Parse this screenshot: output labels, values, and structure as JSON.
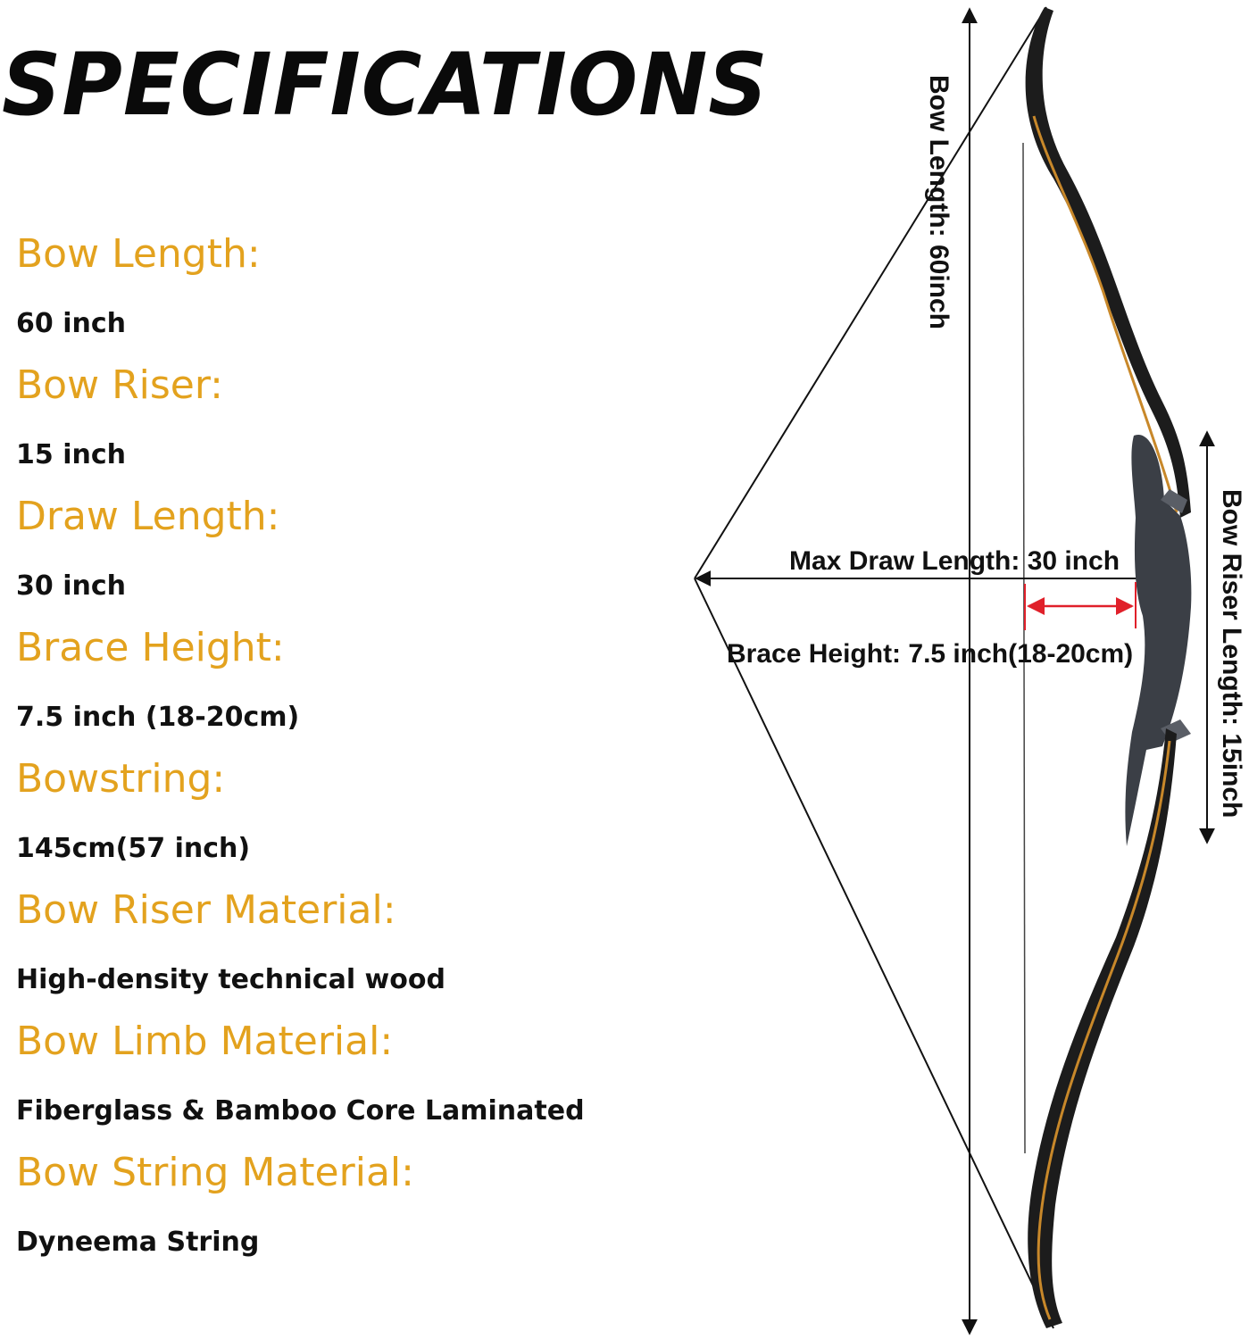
{
  "title": "SPECIFICATIONS",
  "specs": [
    {
      "label": "Bow Length:",
      "value": "60 inch"
    },
    {
      "label": "Bow Riser:",
      "value": "15 inch"
    },
    {
      "label": "Draw Length:",
      "value": "30 inch"
    },
    {
      "label": "Brace Height:",
      "value": "7.5 inch (18-20cm)"
    },
    {
      "label": "Bowstring:",
      "value": "145cm(57 inch)"
    },
    {
      "label": "Bow Riser Material:",
      "value": "High-density technical wood"
    },
    {
      "label": "Bow Limb Material:",
      "value": "Fiberglass & Bamboo Core Laminated"
    },
    {
      "label": "Bow String Material:",
      "value": "Dyneema String"
    }
  ],
  "diagram": {
    "bow_length_label": "Bow Length: 60inch",
    "riser_length_label": "Bow Riser Length: 15inch",
    "max_draw_label": "Max Draw Length: 30 inch",
    "brace_height_label": "Brace Height: 7.5 inch(18-20cm)"
  },
  "colors": {
    "label_accent": "#e3a21e",
    "bow_limb": "#1c1c1c",
    "limb_edge": "#c8882a",
    "riser": "#3b3f46",
    "brace_arrow": "#e0202a"
  }
}
